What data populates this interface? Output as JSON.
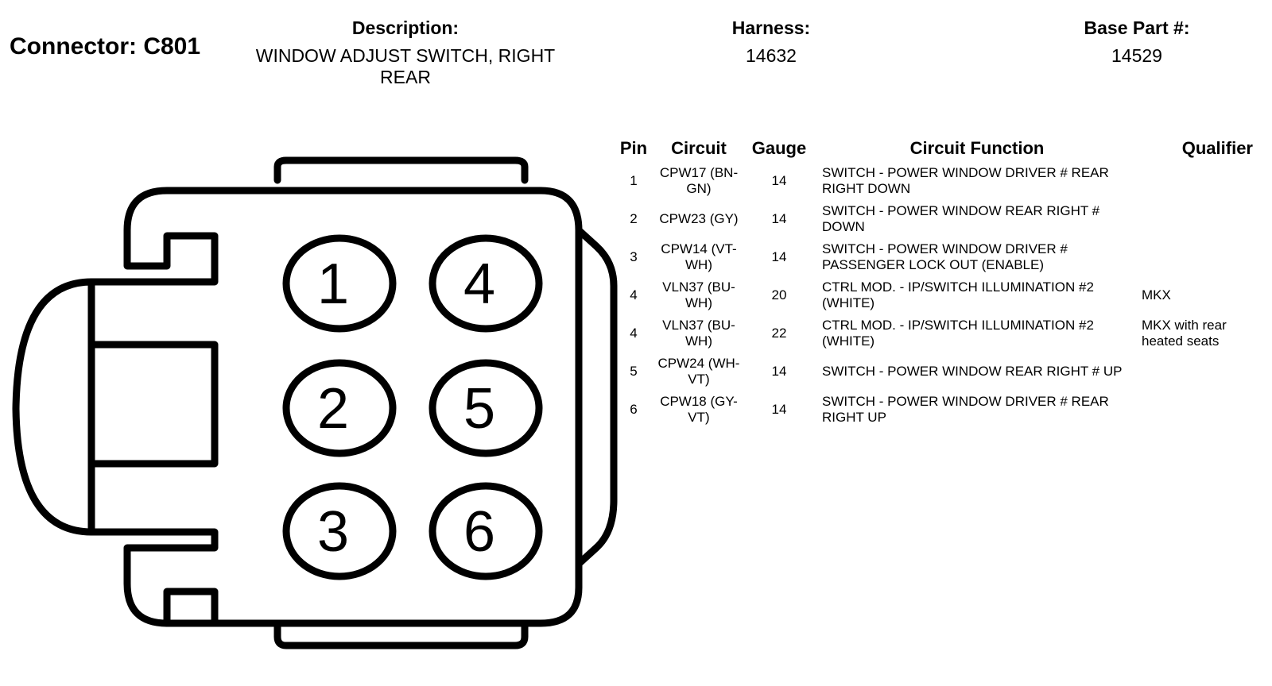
{
  "connector": {
    "label": "Connector: C801"
  },
  "description": {
    "label": "Description:",
    "value": "WINDOW ADJUST SWITCH, RIGHT REAR"
  },
  "harness": {
    "label": "Harness:",
    "value": "14632"
  },
  "base_part": {
    "label": "Base Part #:",
    "value": "14529"
  },
  "table": {
    "headers": [
      "Pin",
      "Circuit",
      "Gauge",
      "Circuit Function",
      "Qualifier"
    ],
    "rows": [
      {
        "pin": "1",
        "circuit": "CPW17 (BN-GN)",
        "gauge": "14",
        "function": "SWITCH - POWER WINDOW DRIVER # REAR RIGHT DOWN",
        "qualifier": ""
      },
      {
        "pin": "2",
        "circuit": "CPW23 (GY)",
        "gauge": "14",
        "function": "SWITCH - POWER WINDOW REAR RIGHT # DOWN",
        "qualifier": ""
      },
      {
        "pin": "3",
        "circuit": "CPW14 (VT-WH)",
        "gauge": "14",
        "function": "SWITCH - POWER WINDOW DRIVER # PASSENGER LOCK OUT (ENABLE)",
        "qualifier": ""
      },
      {
        "pin": "4",
        "circuit": "VLN37 (BU-WH)",
        "gauge": "20",
        "function": "CTRL MOD. - IP/SWITCH ILLUMINATION #2 (WHITE)",
        "qualifier": "MKX"
      },
      {
        "pin": "4",
        "circuit": "VLN37 (BU-WH)",
        "gauge": "22",
        "function": "CTRL MOD. - IP/SWITCH ILLUMINATION #2 (WHITE)",
        "qualifier": "MKX with rear heated seats"
      },
      {
        "pin": "5",
        "circuit": "CPW24 (WH-VT)",
        "gauge": "14",
        "function": "SWITCH - POWER WINDOW REAR RIGHT # UP",
        "qualifier": ""
      },
      {
        "pin": "6",
        "circuit": "CPW18 (GY-VT)",
        "gauge": "14",
        "function": "SWITCH - POWER WINDOW DRIVER # REAR RIGHT UP",
        "qualifier": ""
      }
    ]
  },
  "pin_labels": [
    "1",
    "2",
    "3",
    "4",
    "5",
    "6"
  ]
}
